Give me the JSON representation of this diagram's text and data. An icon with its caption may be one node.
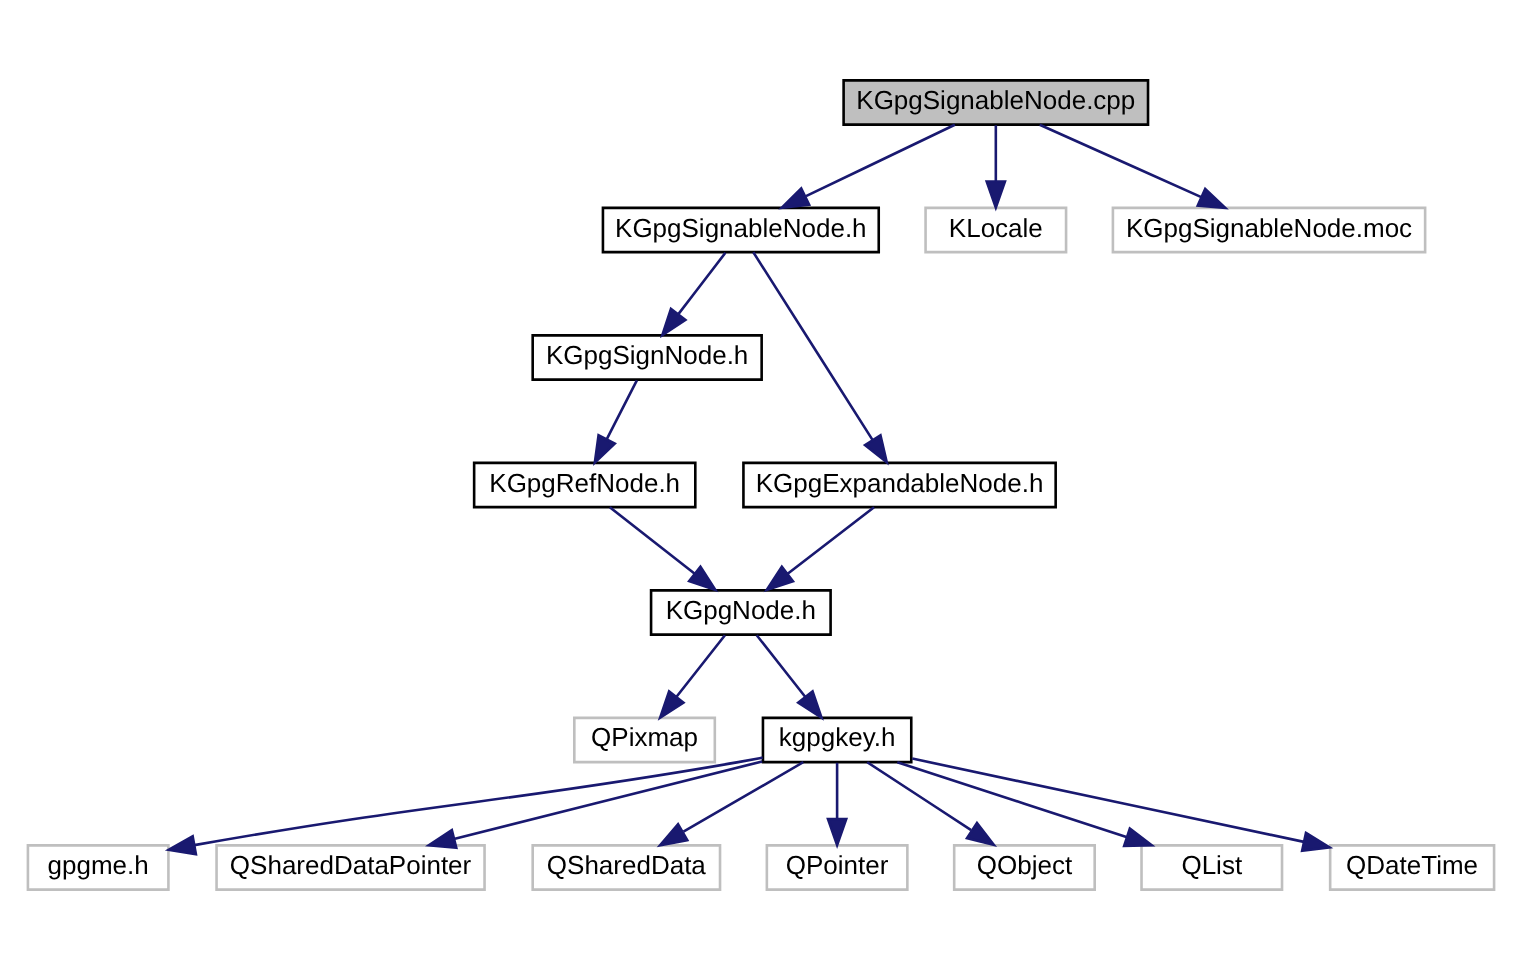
{
  "diagram": {
    "nodes": [
      {
        "text": [
          "KGpgSignableNode.cpp"
        ]
      },
      {
        "text": [
          "KGpgSignableNode.h"
        ]
      },
      {
        "text": [
          "KLocale"
        ]
      },
      {
        "text": [
          "KGpgSignableNode.moc"
        ]
      },
      {
        "text": [
          "KGpgSignNode.h"
        ]
      },
      {
        "text": [
          "KGpgExpandableNode.h"
        ]
      },
      {
        "text": [
          "KGpgRefNode.h"
        ]
      },
      {
        "text": [
          "KGpgNode.h"
        ]
      },
      {
        "text": [
          "QPixmap"
        ]
      },
      {
        "text": [
          "kgpgkey.h"
        ]
      },
      {
        "text": [
          "gpgme.h"
        ]
      },
      {
        "text": [
          "QSharedDataPointer"
        ]
      },
      {
        "text": [
          "QSharedData"
        ]
      },
      {
        "text": [
          "QPointer"
        ]
      },
      {
        "text": [
          "QObject"
        ]
      },
      {
        "text": [
          "QList"
        ]
      },
      {
        "text": [
          "QDateTime"
        ]
      }
    ],
    "edges": [
      {
        "from": 0,
        "to": 1,
        "arrow": "to"
      },
      {
        "from": 0,
        "to": 2,
        "arrow": "to"
      },
      {
        "from": 0,
        "to": 3,
        "arrow": "to"
      },
      {
        "from": 1,
        "to": 5,
        "arrow": "to"
      },
      {
        "from": 1,
        "to": 4,
        "arrow": "to"
      },
      {
        "from": 4,
        "to": 6,
        "arrow": "to"
      },
      {
        "from": 5,
        "to": 7,
        "arrow": "to"
      },
      {
        "from": 6,
        "to": 7,
        "arrow": "to"
      },
      {
        "from": 7,
        "to": 8,
        "arrow": "to"
      },
      {
        "from": 7,
        "to": 9,
        "arrow": "to"
      },
      {
        "from": 9,
        "to": 10,
        "arrow": "to"
      },
      {
        "from": 9,
        "to": 11,
        "arrow": "to"
      },
      {
        "from": 9,
        "to": 12,
        "arrow": "to"
      },
      {
        "from": 9,
        "to": 13,
        "arrow": "to"
      },
      {
        "from": 9,
        "to": 14,
        "arrow": "to"
      },
      {
        "from": 9,
        "to": 15,
        "arrow": "to"
      },
      {
        "from": 9,
        "to": 16,
        "arrow": "to"
      }
    ]
  }
}
